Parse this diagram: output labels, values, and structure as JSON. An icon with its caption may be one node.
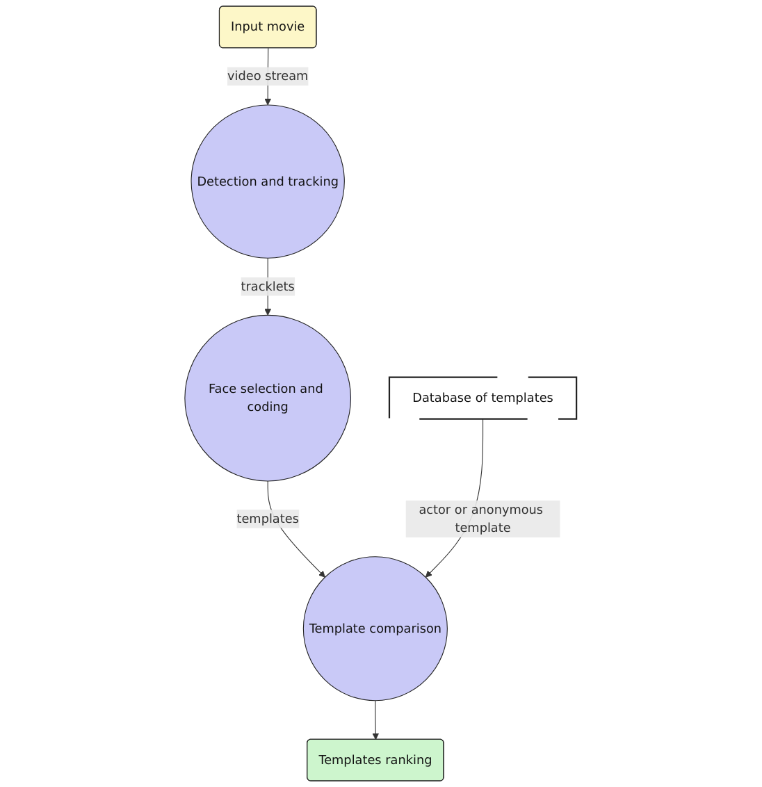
{
  "diagram": {
    "nodes": [
      {
        "text": [
          "Input movie"
        ]
      },
      {
        "text": [
          "Detection and tracking"
        ]
      },
      {
        "text": [
          "Face selection and coding"
        ]
      },
      {
        "text": [
          "Database of templates"
        ]
      },
      {
        "text": [
          "Template comparison"
        ]
      },
      {
        "text": [
          "Templates ranking"
        ]
      }
    ],
    "edges": [
      {
        "from": 0,
        "to": 1,
        "arrow": "to",
        "label": "video stream"
      },
      {
        "from": 1,
        "to": 2,
        "arrow": "to",
        "label": "tracklets"
      },
      {
        "from": 2,
        "to": 4,
        "arrow": "to",
        "label": "templates"
      },
      {
        "from": 3,
        "to": 4,
        "arrow": "to",
        "label": "actor or anonymous template"
      },
      {
        "from": 4,
        "to": 5,
        "arrow": "to"
      }
    ]
  }
}
